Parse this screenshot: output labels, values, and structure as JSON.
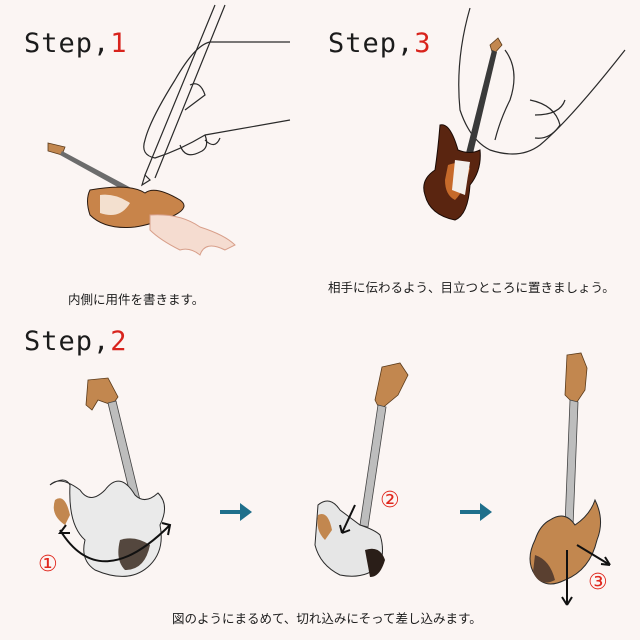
{
  "steps": [
    {
      "id": "step1",
      "prefix": "Step,",
      "number": "1",
      "caption": "内側に用件を書きます。"
    },
    {
      "id": "step3",
      "prefix": "Step,",
      "number": "3",
      "caption": "相手に伝わるよう、目立つところに置きましょう。"
    },
    {
      "id": "step2",
      "prefix": "Step,",
      "number": "2",
      "caption": "図のようにまるめて、切れ込みにそって差し込みます。"
    }
  ],
  "markers": [
    "①",
    "②",
    "③"
  ],
  "colors": {
    "background": "#fbf5f3",
    "accent_red": "#d8231c",
    "arrow_blue": "#1f6f8b",
    "guitar_wood": "#c2874f",
    "sunburst_dark": "#3a1a0e"
  }
}
